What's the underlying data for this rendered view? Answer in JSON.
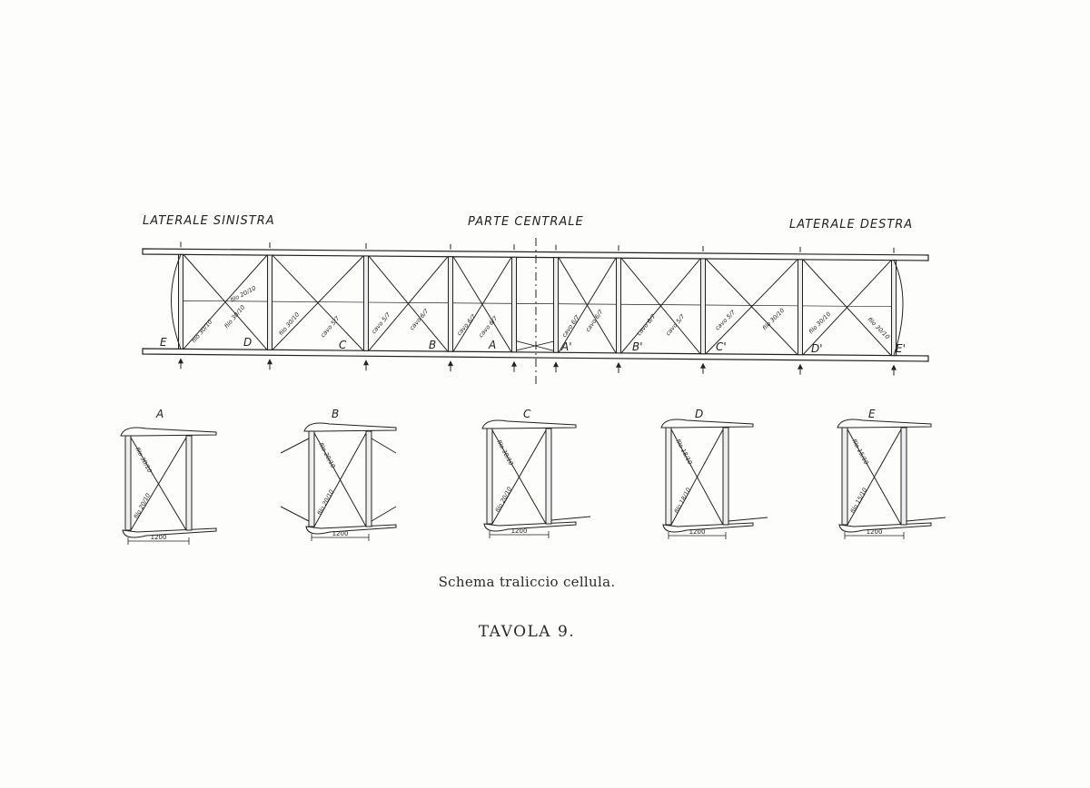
{
  "headings": {
    "left": "LATERALE SINISTRA",
    "center": "PARTE CENTRALE",
    "right": "LATERALE DESTRA"
  },
  "main_truss": {
    "bay_labels": [
      "E",
      "D",
      "C",
      "B",
      "A",
      "A'",
      "B'",
      "C'",
      "D'",
      "E'"
    ],
    "member_labels": [
      "filo 20/10",
      "filo 30/10",
      "filo 30/10",
      "filo 30/10",
      "cavo 5/7",
      "cavo 5/7",
      "cavo 6/7",
      "cavo 6/7",
      "cavo 6/7",
      "cavo 6/7",
      "cavo 6/7",
      "cavo 6/7",
      "cavo 5/7",
      "cavo 5/7",
      "filo 30/10",
      "filo 30/10",
      "filo 30/10"
    ]
  },
  "details": [
    {
      "label": "A",
      "wires": [
        "filo 30/10",
        "filo 20/10"
      ],
      "dimension": "1200"
    },
    {
      "label": "B",
      "wires": [
        "filo 20/10",
        "filo 20/10"
      ],
      "dimension": "1200"
    },
    {
      "label": "C",
      "wires": [
        "filo 30/10",
        "filo 20/10"
      ],
      "dimension": "1200"
    },
    {
      "label": "D",
      "wires": [
        "filo 18/10",
        "filo 18/10"
      ],
      "dimension": "1200"
    },
    {
      "label": "E",
      "wires": [
        "filo 15/10",
        "filo 15/10"
      ],
      "dimension": "1200"
    }
  ],
  "caption": "Schema traliccio cellula.",
  "plate_title": "TAVOLA 9."
}
